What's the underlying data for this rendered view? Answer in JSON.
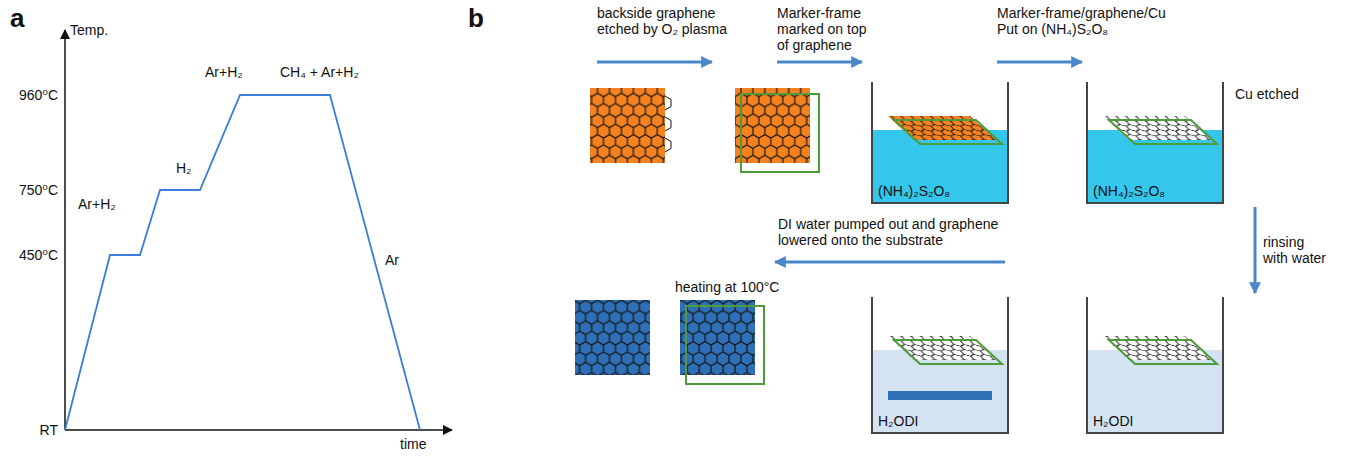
{
  "diagram": {
    "nodes": [
      {
        "text": [
          "(NH₄)₂S₂O₈"
        ]
      },
      {
        "text": [
          "Cu etched",
          "(NH₄)₂S₂O₈"
        ]
      },
      {
        "text": [
          "H₂ODI"
        ]
      },
      {
        "text": [
          "H₂ODI"
        ]
      }
    ],
    "edges": [
      {
        "from": 1,
        "to": 3,
        "arrow": "to",
        "label": "rinsing with water"
      }
    ],
    "labels": [
      "a",
      "Temp.",
      "960⁰C",
      "750⁰C",
      "450⁰C",
      "RT",
      "time",
      "Ar+H₂",
      "H₂",
      "Ar+H₂",
      "CH₄ + Ar+H₂",
      "Ar",
      "b",
      "backside graphene etched by O₂ plasma",
      "Marker-frame marked on top of graphene",
      "Marker-frame/graphene/Cu Put on (NH₄)S₂O₈",
      "DI water pumped out and graphene lowered onto the substrate",
      "heating at 100°C"
    ]
  }
}
